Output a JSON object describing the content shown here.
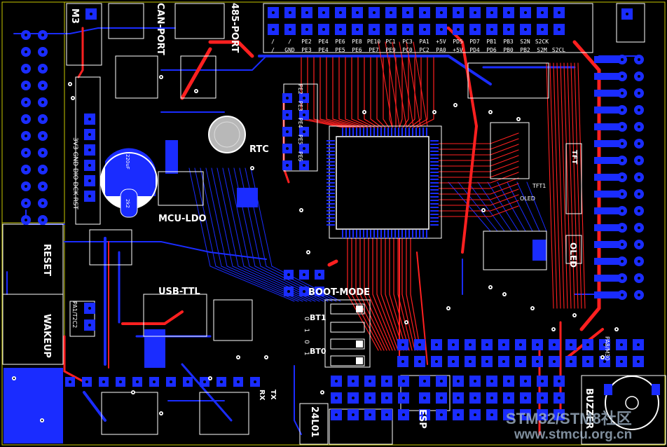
{
  "board": {
    "background": "#000000",
    "copper_top": "#ff2020",
    "copper_bottom": "#1a2cff",
    "silkscreen": "#ffffff",
    "pad_fill": "#1a2cff"
  },
  "labels": {
    "can_port": "CAN-PORT",
    "port_485": "485-PORT",
    "m3": "M3",
    "rtc": "RTC",
    "mcu_ldo": "MCU-LDO",
    "usb_ttl": "USB-TTL",
    "boot_mode": "BOOT-MODE",
    "bt1": "BT1",
    "bt0": "BT0",
    "reset": "RESET",
    "wakeup": "WAKEUP",
    "rx": "RX",
    "tx": "TX",
    "l24l01": "24L01",
    "esp": "ESP",
    "buzzer": "BUZZER",
    "oled": "OLED",
    "tft": "TFT",
    "swd": "3V3 GND DIO DCK RST",
    "pa1": "PA1/T2C2",
    "pa8": "PA8/M30",
    "tft_small": "TFT1",
    "oled_small": "OLED",
    "boot_pads": "0 1 0 1",
    "cap": "220uF",
    "res_2k2": "2k2"
  },
  "header_pins": {
    "top_row": [
      "/",
      "/",
      "PE2",
      "PE4",
      "PE6",
      "PE8",
      "PE10",
      "PC1",
      "PC3",
      "PA1",
      "+5V",
      "PD5",
      "PD7",
      "PB1",
      "PB3",
      "S2N",
      "S2CK"
    ],
    "bottom_row": [
      "/",
      "GND",
      "PE3",
      "PE4",
      "PE5",
      "PE6",
      "PE7",
      "PE9",
      "PC0",
      "PC2",
      "PA0",
      "+5V",
      "PD4",
      "PD6",
      "PB0",
      "PB2",
      "S2M",
      "S2CL"
    ],
    "rtc_header": [
      "PE2",
      "PE3",
      "PE4",
      "PE5",
      "PE6"
    ]
  },
  "watermark": {
    "line1": "STM32/STM8社区",
    "line2": "www.stmcu.org.cn"
  }
}
